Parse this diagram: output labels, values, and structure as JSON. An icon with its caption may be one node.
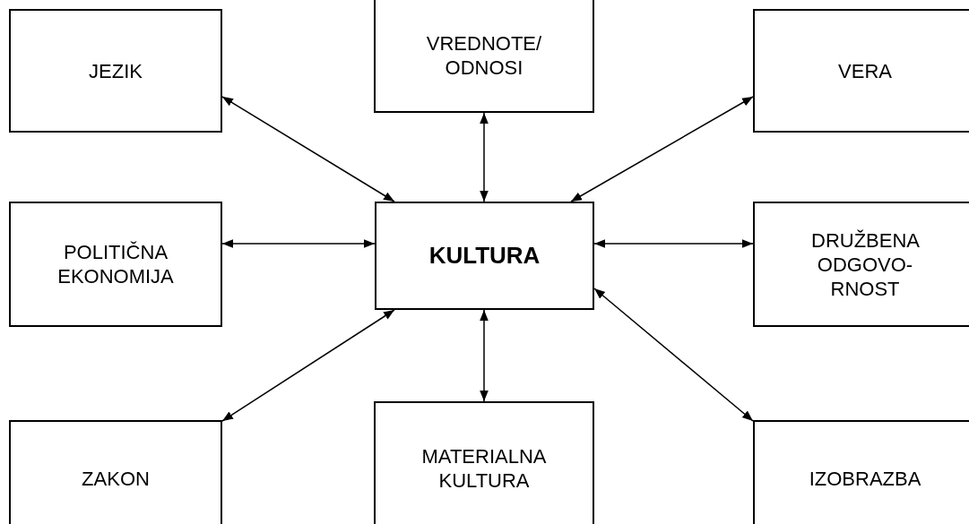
{
  "diagram": {
    "nodes": [
      {
        "text": [
          "JEZIK"
        ]
      },
      {
        "text": [
          "VREDNOTE/ ODNOSI"
        ]
      },
      {
        "text": [
          "VERA"
        ]
      },
      {
        "text": [
          "POLITIČNA EKONOMIJA"
        ]
      },
      {
        "text": [
          "KULTURA"
        ]
      },
      {
        "text": [
          "DRUŽBENA ODGOVO-RNOST"
        ]
      },
      {
        "text": [
          "ZAKON"
        ]
      },
      {
        "text": [
          "MATERIALNA KULTURA"
        ]
      },
      {
        "text": [
          "IZOBRAZBA"
        ]
      }
    ],
    "edges": [
      {
        "from": 4,
        "to": 0,
        "arrow": "both"
      },
      {
        "from": 4,
        "to": 1,
        "arrow": "both"
      },
      {
        "from": 4,
        "to": 2,
        "arrow": "both"
      },
      {
        "from": 4,
        "to": 3,
        "arrow": "both"
      },
      {
        "from": 4,
        "to": 5,
        "arrow": "both"
      },
      {
        "from": 4,
        "to": 6,
        "arrow": "both"
      },
      {
        "from": 4,
        "to": 7,
        "arrow": "both"
      },
      {
        "from": 4,
        "to": 8,
        "arrow": "both"
      }
    ]
  }
}
